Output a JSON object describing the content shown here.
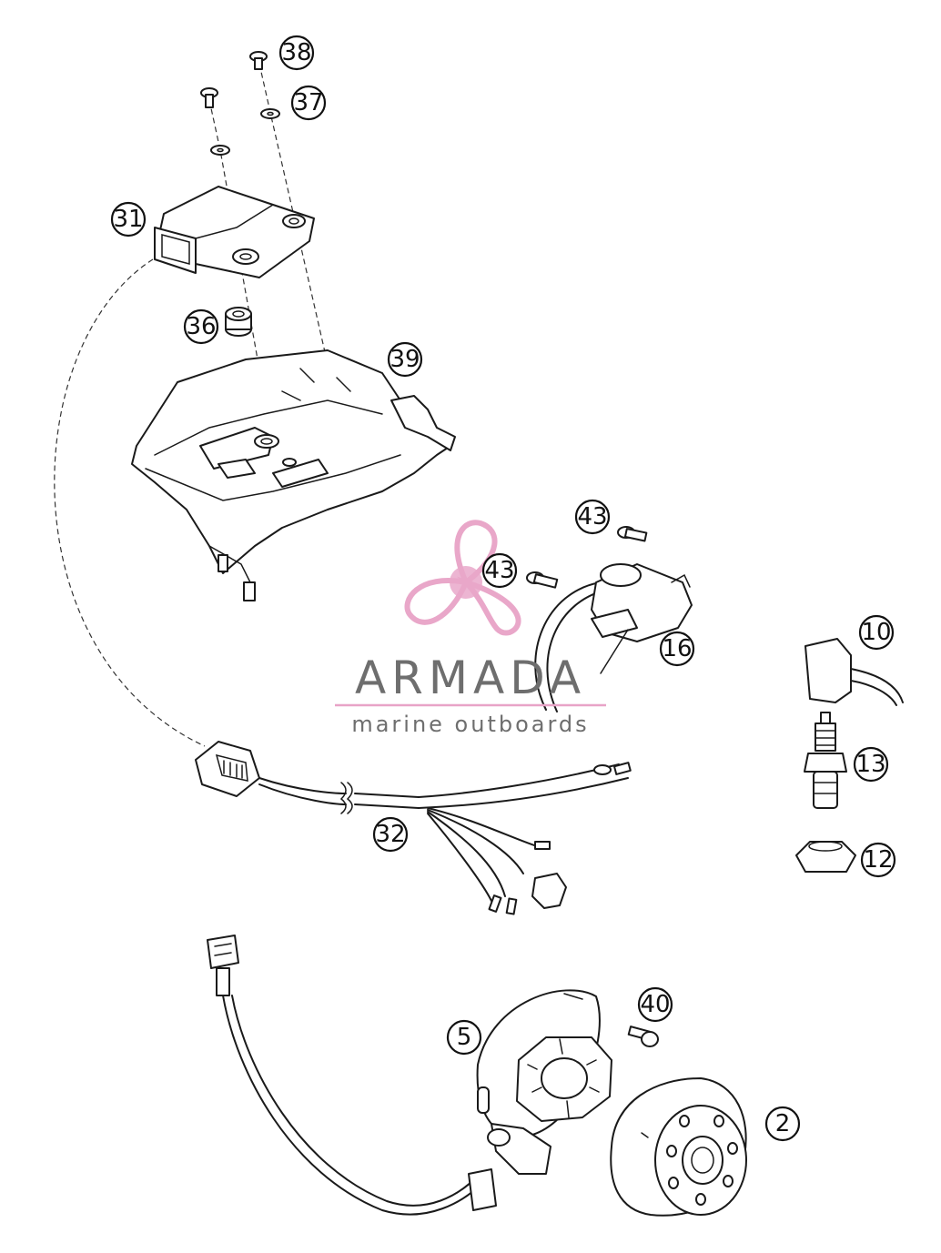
{
  "callouts": [
    {
      "id": "c38",
      "label": "38"
    },
    {
      "id": "c37",
      "label": "37"
    },
    {
      "id": "c31",
      "label": "31"
    },
    {
      "id": "c36",
      "label": "36"
    },
    {
      "id": "c39",
      "label": "39"
    },
    {
      "id": "c43a",
      "label": "43"
    },
    {
      "id": "c43b",
      "label": "43"
    },
    {
      "id": "c16",
      "label": "16"
    },
    {
      "id": "c10",
      "label": "10"
    },
    {
      "id": "c13",
      "label": "13"
    },
    {
      "id": "c12",
      "label": "12"
    },
    {
      "id": "c32",
      "label": "32"
    },
    {
      "id": "c40",
      "label": "40"
    },
    {
      "id": "c5",
      "label": "5"
    },
    {
      "id": "c2",
      "label": "2"
    }
  ],
  "watermark": {
    "title": "ARMADA",
    "subtitle": "marine outboards",
    "accent_color": "#e8a3c7",
    "text_color": "#6e6e6e"
  }
}
